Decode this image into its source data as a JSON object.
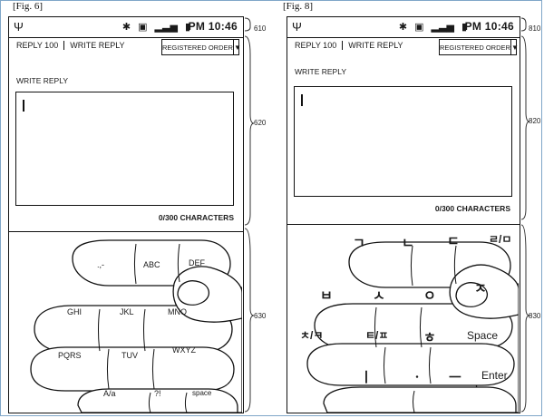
{
  "fig6": {
    "caption": "[Fig. 6]",
    "status": {
      "time": "PM 10:46"
    },
    "tabs": {
      "reply": "REPLY 100",
      "write": "WRITE REPLY"
    },
    "sort_label": "REGISTERED ORDER",
    "write_label": "WRITE REPLY",
    "counter": "0/300 CHARACTERS",
    "keys": {
      "k1": ".,-",
      "k2": "ABC",
      "k3": "DEF",
      "k4": "GHI",
      "k5": "JKL",
      "k6": "MNO",
      "k7": "PQRS",
      "k8": "TUV",
      "k9": "WXYZ",
      "k10": "A/a",
      "k11": "?!",
      "k12": "space"
    },
    "refs": {
      "r1": "610",
      "r2": "620",
      "r3": "630"
    }
  },
  "fig8": {
    "caption": "[Fig. 8]",
    "status": {
      "time": "PM 10:46"
    },
    "tabs": {
      "reply": "REPLY 100",
      "write": "WRITE REPLY"
    },
    "sort_label": "REGISTERED ORDER",
    "write_label": "WRITE REPLY",
    "counter": "0/300 CHARACTERS",
    "keys": {
      "k1": "ㄱ",
      "k2": "ㄴ",
      "k3": "ㄷ",
      "k4": "ㄹ/ㅁ",
      "k5": "ㅂ",
      "k6": "ㅅ",
      "k7": "ㅇ",
      "k8": "ㅈ",
      "k9": "ㅊ/ㅋ",
      "k10": "ㅌ/ㅍ",
      "k11": "ㅎ",
      "k12": "Space",
      "k13": "ㅣ",
      "k14": "ㆍ",
      "k15": "ㅡ",
      "k16": "Enter"
    },
    "refs": {
      "r1": "810",
      "r2": "820",
      "r3": "830"
    }
  }
}
